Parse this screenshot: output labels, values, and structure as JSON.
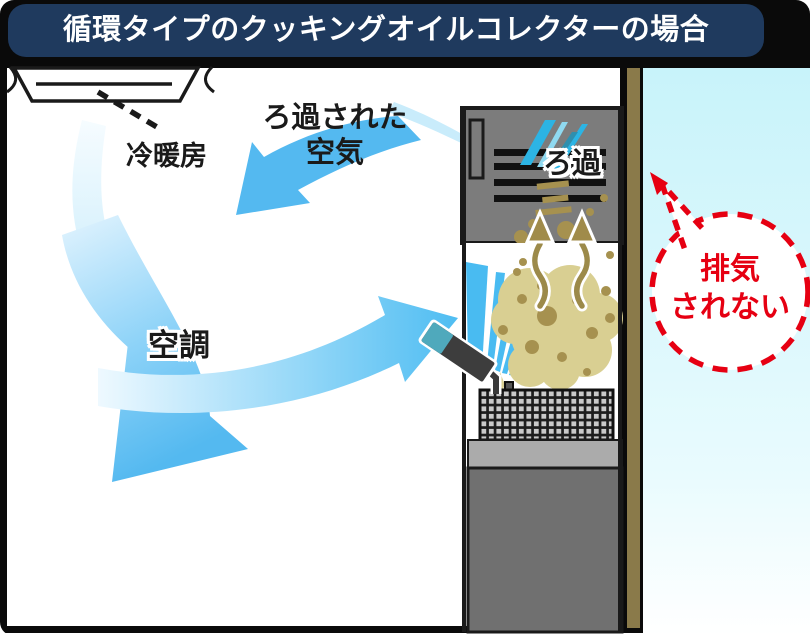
{
  "header": {
    "title": "循環タイプのクッキングオイルコレクターの場合"
  },
  "labels": {
    "aircon": "冷暖房",
    "filtered_air_line1": "ろ過された",
    "filtered_air_line2": "空気",
    "air_conditioning": "空調",
    "filtration": "ろ過",
    "no_exhaust_line1": "排気",
    "no_exhaust_line2": "されない"
  },
  "colors": {
    "header_bg": "#1f3a5e",
    "arrow_blue": "#54b9f0",
    "arrow_blue_light": "#d6f0fe",
    "sky_blue": "#c8f3fa",
    "wall_olive": "#8a7a4a",
    "machine_gray": "#7c7c7c",
    "machine_body_gray": "#707070",
    "smoke_khaki": "#d9cf92",
    "oil_particle_brown": "#a6914f",
    "alert_red": "#e60012"
  }
}
